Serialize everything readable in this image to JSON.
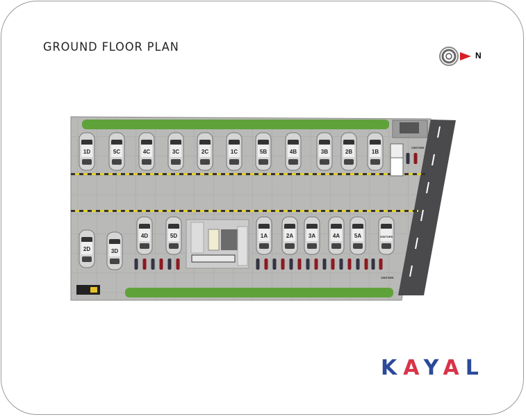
{
  "title": "GROUND FLOOR PLAN",
  "compass": {
    "label": "N"
  },
  "logo": {
    "letters": [
      "K",
      "A",
      "Y",
      "A",
      "L"
    ],
    "colors": {
      "blue": "#2c4a9a",
      "red": "#d8344a"
    }
  },
  "parking": {
    "top_row": [
      "1D",
      "5C",
      "4C",
      "3C",
      "2C",
      "1C",
      "5B",
      "4B",
      "3B",
      "2B",
      "1B"
    ],
    "bottom_row": [
      "2D",
      "3D",
      "4D",
      "5D",
      "1A",
      "2A",
      "3A",
      "4A",
      "5A",
      "VISITORS"
    ],
    "two_wheeler_label": "VISITORS",
    "top_two_wheeler_label": "VISITORS"
  }
}
